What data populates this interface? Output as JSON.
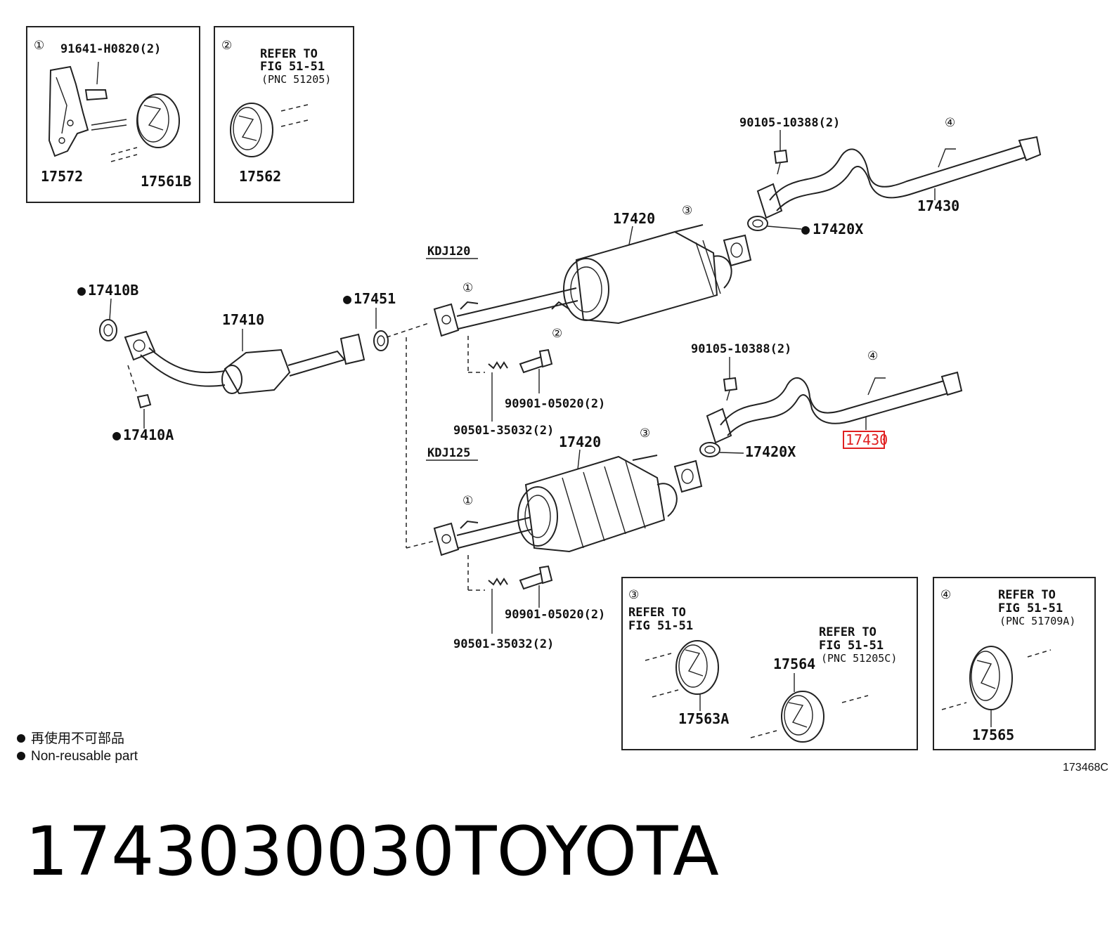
{
  "insets": {
    "inset1": {
      "num": "①",
      "bolt": "91641-H0820(2)",
      "bracket": "17572",
      "hanger": "17561B"
    },
    "inset2": {
      "num": "②",
      "refer_l1": "REFER TO",
      "refer_l2": "FIG 51-51",
      "refer_l3": "(PNC 51205)",
      "hanger": "17562"
    },
    "inset3": {
      "num": "③",
      "refer_l1": "REFER TO",
      "refer_l2": "FIG 51-51",
      "hanger_a": "17563A",
      "refer2_l1": "REFER TO",
      "refer2_l2": "FIG 51-51",
      "refer2_l3": "(PNC 51205C)",
      "hanger_b": "17564"
    },
    "inset4": {
      "num": "④",
      "refer_l1": "REFER TO",
      "refer_l2": "FIG 51-51",
      "refer_l3": "(PNC 51709A)",
      "hanger": "17565"
    }
  },
  "main": {
    "gasket_17410B": "17410B",
    "front_pipe": "17410",
    "nut_17410A": "17410A",
    "gasket_17451": "17451",
    "kdj120": "KDJ120",
    "kdj125": "KDJ125",
    "center_pipe_top": "17420",
    "center_pipe_bottom": "17420",
    "tail_pipe_top": "17430",
    "tail_pipe_bottom": "17430",
    "gasket_top": "17420X",
    "gasket_bottom": "17420X",
    "bolt_top": "90105-10388(2)",
    "bolt_bottom": "90105-10388(2)",
    "flange_bolt_top": "90901-05020(2)",
    "flange_bolt_bottom": "90901-05020(2)",
    "spring_top": "90501-35032(2)",
    "spring_bottom": "90501-35032(2)",
    "circ1": "①",
    "circ2": "②",
    "circ3": "③",
    "circ4": "④"
  },
  "legend": {
    "line1": "再使用不可部品",
    "line2": "Non-reusable part"
  },
  "diagram_code": "173468C",
  "footer": {
    "part_number": "1743030030",
    "brand": "TOYOTA"
  },
  "highlight_color": "#e02020"
}
